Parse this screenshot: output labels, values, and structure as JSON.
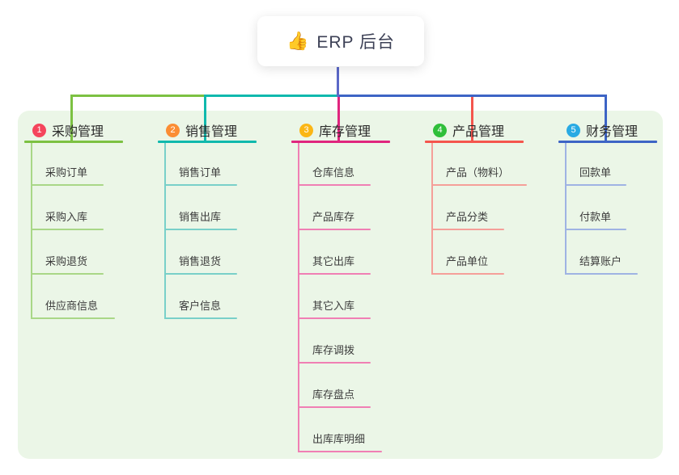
{
  "canvas": {
    "background_color": "#ffffff",
    "panel_color": "#ebf6e7"
  },
  "root": {
    "icon_glyph": "👍",
    "label": "ERP 后台",
    "stem_color": "#5b68c8"
  },
  "trunk_segment_colors": [
    "#7cc142",
    "#10b9ad",
    "#3d64c5"
  ],
  "branches": [
    {
      "number": "1",
      "label": "采购管理",
      "badge_color": "#f5455c",
      "line_color": "#7cc142",
      "child_line_color": "#a9d787",
      "children": [
        "采购订单",
        "采购入库",
        "采购退货",
        "供应商信息"
      ]
    },
    {
      "number": "2",
      "label": "销售管理",
      "badge_color": "#fb8d34",
      "line_color": "#10b9ad",
      "child_line_color": "#79d0c9",
      "children": [
        "销售订单",
        "销售出库",
        "销售退货",
        "客户信息"
      ]
    },
    {
      "number": "3",
      "label": "库存管理",
      "badge_color": "#fbb615",
      "line_color": "#e0257e",
      "child_line_color": "#f07fb4",
      "children": [
        "仓库信息",
        "产品库存",
        "其它出库",
        "其它入库",
        "库存调拨",
        "库存盘点",
        "出库库明细"
      ]
    },
    {
      "number": "4",
      "label": "产品管理",
      "badge_color": "#2fbf3a",
      "line_color": "#f4554d",
      "child_line_color": "#f59f99",
      "children": [
        "产品（物料）",
        "产品分类",
        "产品单位"
      ]
    },
    {
      "number": "5",
      "label": "财务管理",
      "badge_color": "#29aae3",
      "line_color": "#3d64c5",
      "child_line_color": "#9fb3e3",
      "children": [
        "回款单",
        "付款单",
        "结算账户"
      ]
    }
  ]
}
